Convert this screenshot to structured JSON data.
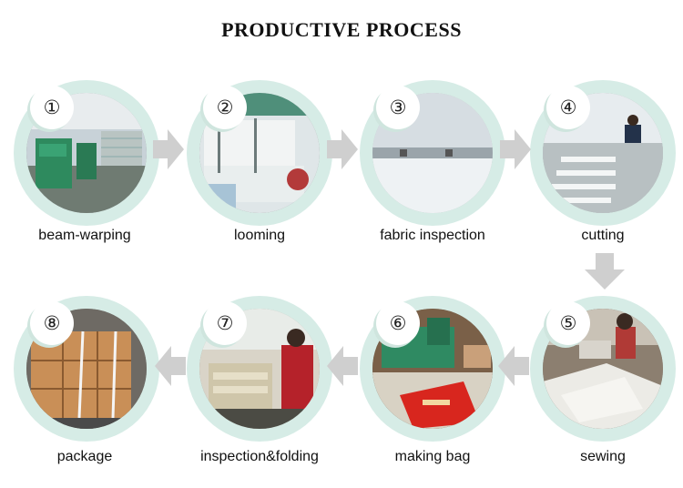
{
  "title": "PRODUCTIVE PROCESS",
  "steps": [
    {
      "number": "①",
      "label": "beam-warping"
    },
    {
      "number": "②",
      "label": "looming"
    },
    {
      "number": "③",
      "label": "fabric inspection"
    },
    {
      "number": "④",
      "label": "cutting"
    },
    {
      "number": "⑤",
      "label": "sewing"
    },
    {
      "number": "⑥",
      "label": "making bag"
    },
    {
      "number": "⑦",
      "label": "inspection&folding"
    },
    {
      "number": "⑧",
      "label": "package"
    }
  ],
  "colors": {
    "ring": "#d6ece6",
    "arrow": "#cfcfcf",
    "text": "#111111"
  }
}
